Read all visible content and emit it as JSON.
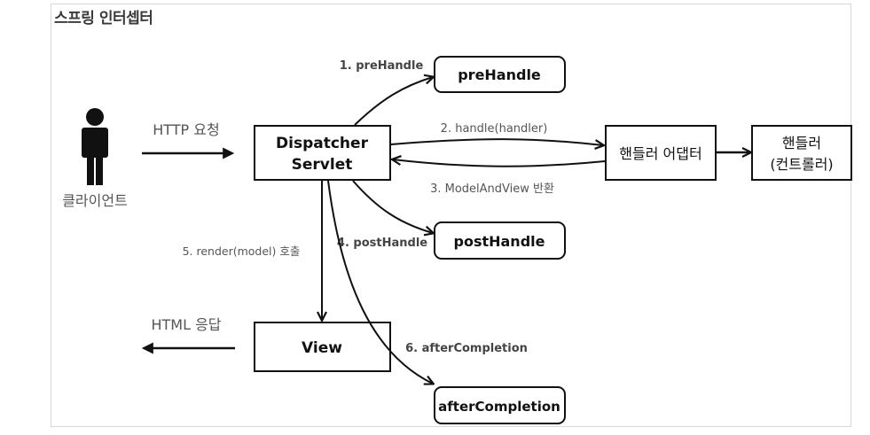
{
  "title": "스프링 인터셉터",
  "boxes": {
    "dispatcher_line1": "Dispatcher",
    "dispatcher_line2": "Servlet",
    "prehandle": "preHandle",
    "adapter": "핸들러 어댑터",
    "handler_line1": "핸들러",
    "handler_line2": "(컨트롤러)",
    "posthandle": "postHandle",
    "view": "View",
    "aftercompletion": "afterCompletion"
  },
  "labels": {
    "client": "클라이언트",
    "http_request": "HTTP 요청",
    "html_response": "HTML 응답",
    "step1": "1. preHandle",
    "step2": "2. handle(handler)",
    "step3": "3. ModelAndView 반환",
    "step4": "4. postHandle",
    "step5": "5. render(model) 호출",
    "step6": "6. afterCompletion"
  },
  "colors": {
    "stroke": "#111111",
    "label_gray": "#555555",
    "bold_label": "#444444",
    "frame": "#d8d8d8"
  }
}
